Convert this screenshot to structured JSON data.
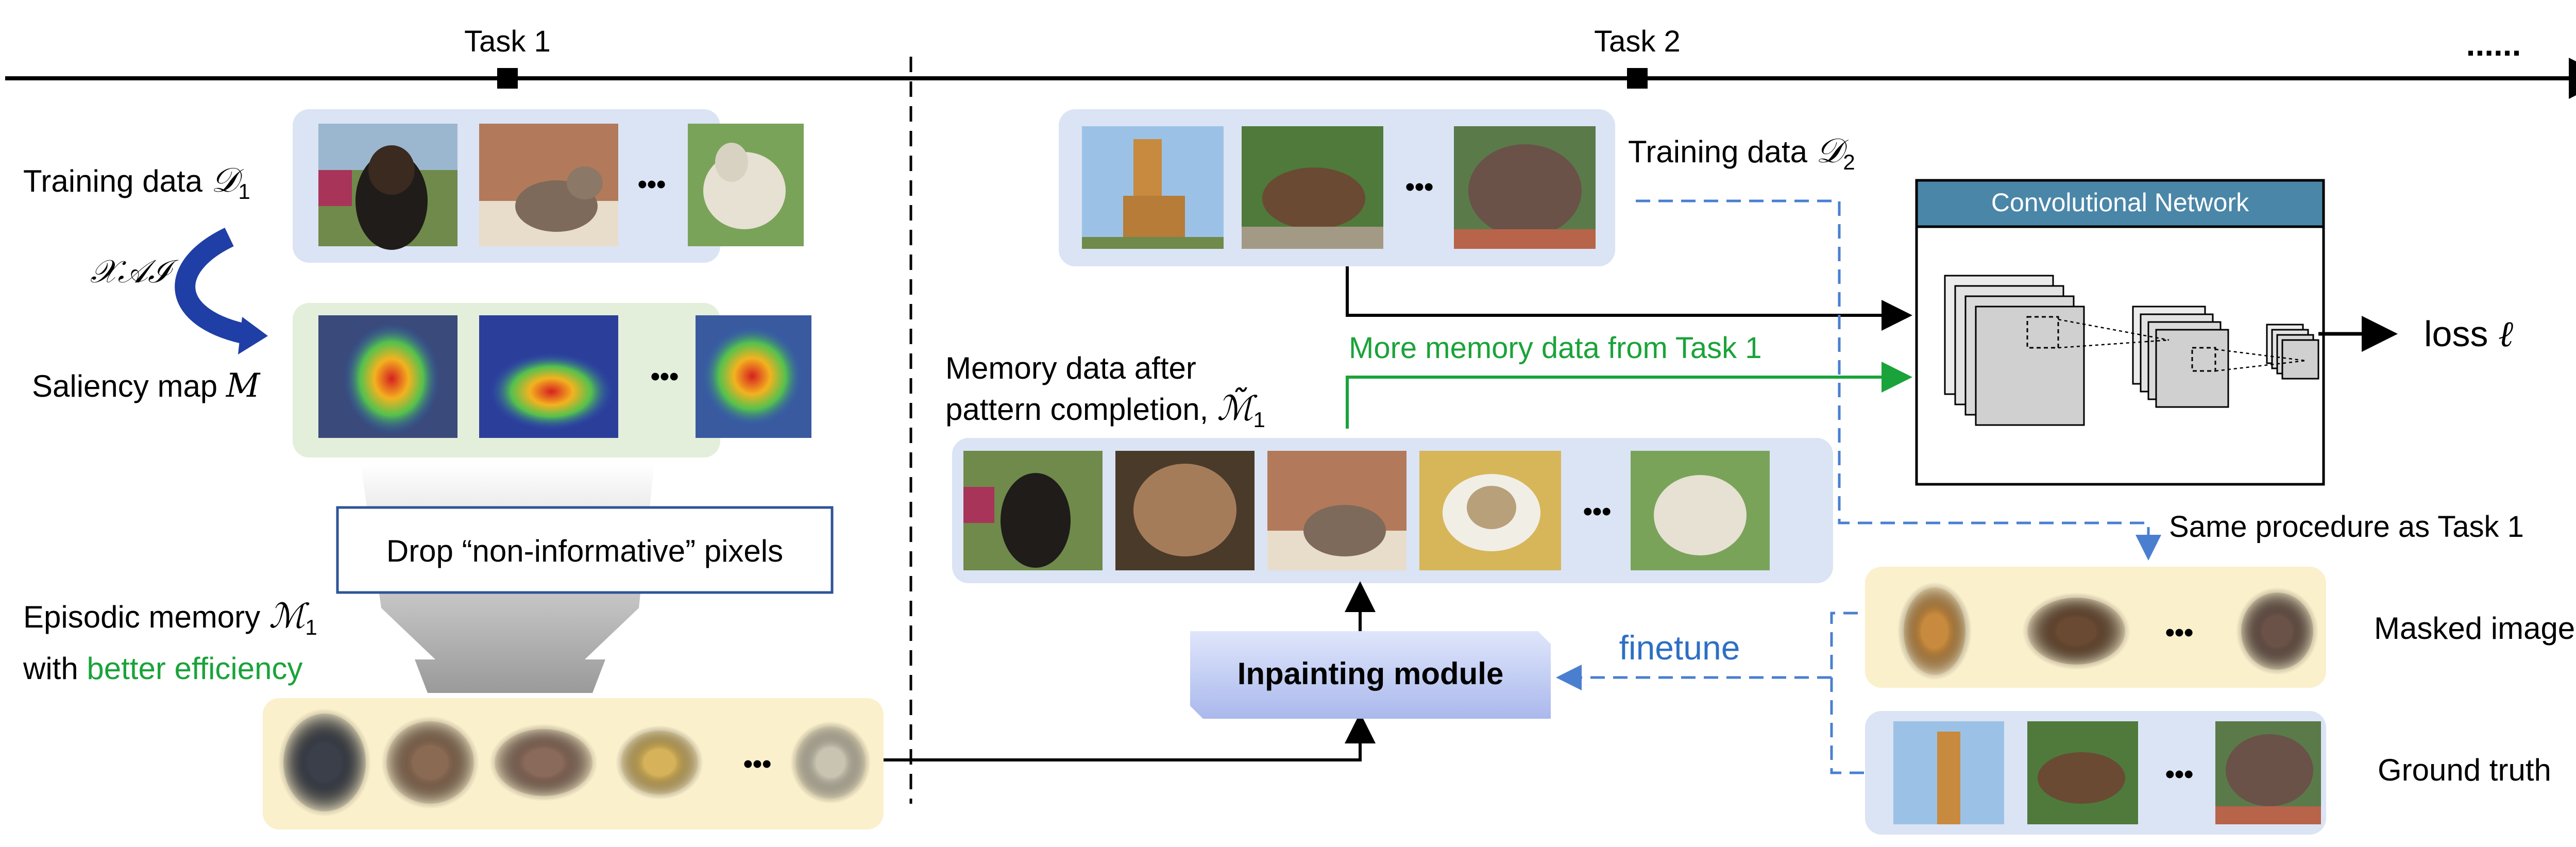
{
  "timeline": {
    "task1": "Task 1",
    "task2": "Task 2",
    "ellipsis": "......"
  },
  "task1": {
    "training_data_label": "Training data ",
    "training_data_symbol": "𝒟",
    "training_data_sub": "1",
    "xai_label": "𝒳𝒜ℐ",
    "saliency_label": "Saliency map ",
    "saliency_symbol": "M",
    "drop_box": "Drop “non-informative” pixels",
    "episodic_label": "Episodic memory ",
    "episodic_symbol": "ℳ",
    "episodic_sub": "1",
    "efficiency_prefix": "with ",
    "efficiency_highlight": "better efficiency"
  },
  "task2": {
    "training_data_label": "Training data ",
    "training_data_symbol": "𝒟",
    "training_data_sub": "2",
    "memory_line1": "Memory data after",
    "memory_line2": "pattern completion, ",
    "memory_symbol": "ℳ̃",
    "memory_sub": "1",
    "more_memory": "More memory data from Task 1",
    "network_title": "Convolutional Network",
    "loss_label": "loss ",
    "loss_symbol": "ℓ",
    "inpainting": "Inpainting module",
    "finetune": "finetune",
    "same_procedure": "Same procedure as Task 1",
    "masked_images": "Masked images",
    "ground_truth": "Ground truth"
  },
  "dots": "•••",
  "images": {
    "task1_training": [
      "dog",
      "cat",
      "sheep"
    ],
    "saliency": [
      "dog-saliency",
      "cat-saliency",
      "sheep-saliency"
    ],
    "episodic": [
      "dog-masked",
      "dog2-masked",
      "cat-masked",
      "cat2-masked",
      "sheep-masked"
    ],
    "task2_training": [
      "giraffe",
      "bear",
      "elephant"
    ],
    "memory_completed": [
      "dog",
      "dog2",
      "cat",
      "cat2",
      "sheep"
    ],
    "masked": [
      "giraffe-masked",
      "bear-masked",
      "elephant-masked"
    ],
    "ground_truth": [
      "giraffe",
      "bear",
      "elephant"
    ]
  },
  "colors": {
    "panel_blue": "#dbe4f4",
    "panel_green": "#e3efdb",
    "panel_yellow": "#fbf0cc",
    "network_header": "#4a86a8",
    "green_text": "#1aa33a",
    "blue_text": "#2e6fc4",
    "dash_blue": "#4a7fd0"
  }
}
